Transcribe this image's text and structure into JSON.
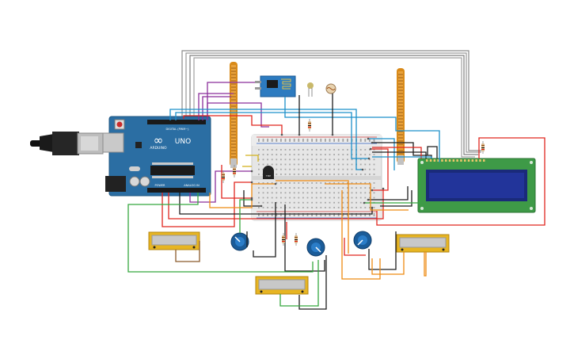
{
  "board": {
    "brand_text": "ARDUINO",
    "model_text": "UNO",
    "digital_header_text": "DIGITAL (PWM~)",
    "power_header_text": "POWER",
    "analog_header_text": "ANALOG IN",
    "logo_symbol": "∞"
  },
  "sensor_chip_label": "TMP",
  "lcd_text": "",
  "colors": {
    "wire_red": "#e0261f",
    "wire_black": "#1e1e1e",
    "wire_green": "#35a83f",
    "wire_orange": "#ee8a12",
    "wire_blue": "#1c90c9",
    "wire_purple": "#8b2f9b",
    "wire_brown": "#8b5a2b",
    "wire_grey": "#8a8a8a",
    "arduino_blue": "#2b6ea3",
    "lcd_green": "#3e9a47",
    "lcd_screen": "#1a2a7a",
    "pot_blue": "#1b5c99",
    "slide_gold": "#e7b522"
  },
  "components": {
    "flex_sensors": 2,
    "potentiometers": 3,
    "slide_potentiometers": 3,
    "resistors": 6
  }
}
